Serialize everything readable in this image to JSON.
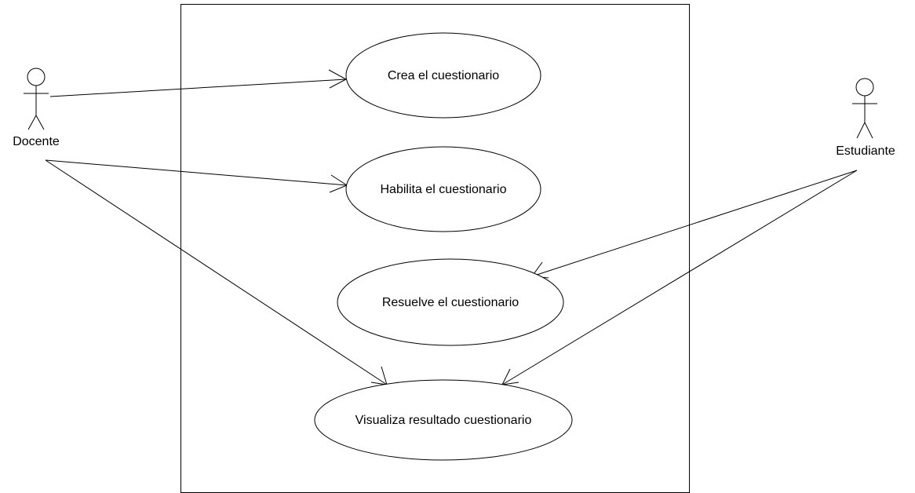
{
  "diagram": {
    "actors": {
      "docente": "Docente",
      "estudiante": "Estudiante"
    },
    "use_cases": {
      "crea": "Crea el cuestionario",
      "habilita": "Habilita el cuestionario",
      "resuelve": "Resuelve el cuestionario",
      "visualiza": "Visualiza resultado cuestionario"
    },
    "colors": {
      "line": "#000000",
      "background": "#ffffff"
    }
  }
}
